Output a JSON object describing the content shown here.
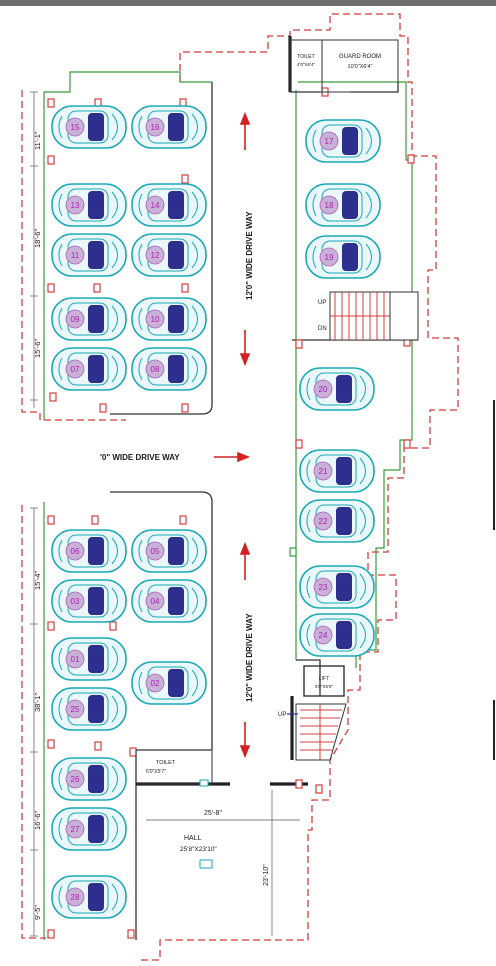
{
  "rooms": {
    "toilet_top": {
      "name": "TOILET",
      "size": "4'0\"X6'4\""
    },
    "guard_room": {
      "name": "GUARD ROOM",
      "size": "10'0\"X6'4\""
    },
    "toilet_bottom": {
      "name": "TOILET",
      "size": "6'0\"X5'7\""
    },
    "lift": {
      "name": "LIFT",
      "size": "5'0\"X5'0\""
    },
    "hall": {
      "name": "HALL",
      "size": "25'8\"X23'10\""
    }
  },
  "drive_ways": {
    "top_vertical": "12'0\"  WIDE DRIVE WAY",
    "middle_horizontal": "'0\"  WIDE DRIVE WAY",
    "bottom_vertical": "12'0\"  WIDE DRIVE WAY"
  },
  "stairs": {
    "up": "UP",
    "down": "DN",
    "lower_up": "UP"
  },
  "dimensions": {
    "d1": "11'-1\"",
    "d2": "18'-6\"",
    "d3": "15'-6\"",
    "d4": "15'-4\"",
    "d5": "38'-1\"",
    "d6": "16'-6\"",
    "d7": "9'-5\"",
    "hall_width": "25'-8\"",
    "hall_depth": "23'-10\""
  },
  "parking": {
    "left_top": [
      {
        "n": "15",
        "col": 0,
        "row": 0
      },
      {
        "n": "16",
        "col": 1,
        "row": 0
      },
      {
        "n": "13",
        "col": 0,
        "row": 1
      },
      {
        "n": "14",
        "col": 1,
        "row": 1
      },
      {
        "n": "11",
        "col": 0,
        "row": 2
      },
      {
        "n": "12",
        "col": 1,
        "row": 2
      },
      {
        "n": "09",
        "col": 0,
        "row": 3
      },
      {
        "n": "10",
        "col": 1,
        "row": 3
      },
      {
        "n": "07",
        "col": 0,
        "row": 4
      },
      {
        "n": "08",
        "col": 1,
        "row": 4
      }
    ],
    "left_bottom": [
      {
        "n": "06",
        "col": 0,
        "row": 0
      },
      {
        "n": "05",
        "col": 1,
        "row": 0
      },
      {
        "n": "03",
        "col": 0,
        "row": 1
      },
      {
        "n": "04",
        "col": 1,
        "row": 1
      },
      {
        "n": "01",
        "col": 0,
        "row": 2
      },
      {
        "n": "02",
        "col": 1,
        "row": 2.5
      },
      {
        "n": "25",
        "col": 0,
        "row": 3
      }
    ],
    "left_corner": [
      "26",
      "27",
      "28"
    ],
    "right_top": [
      "17",
      "18",
      "19"
    ],
    "right_bottom": [
      "20",
      "21",
      "22",
      "23",
      "24"
    ]
  }
}
